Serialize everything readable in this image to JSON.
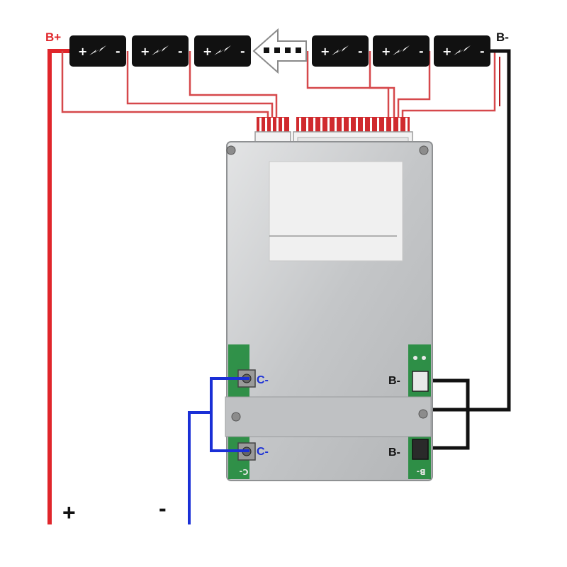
{
  "labels": {
    "b_plus": "B+",
    "b_minus": "B-",
    "plus": "+",
    "minus": "-",
    "c_minus_top": "C-",
    "c_minus_bottom": "C-",
    "b_minus_top": "B-",
    "b_minus_bottom": "B-",
    "pcb_c": "C-",
    "pcb_b": "B-"
  },
  "cells": [
    {
      "plus": "+",
      "minus": "-"
    },
    {
      "plus": "+",
      "minus": "-"
    },
    {
      "plus": "+",
      "minus": "-"
    },
    {
      "plus": "+",
      "minus": "-"
    },
    {
      "plus": "+",
      "minus": "-"
    },
    {
      "plus": "+",
      "minus": "-"
    }
  ],
  "colors": {
    "positive_wire": "#e0262b",
    "balance_wire": "#d6484b",
    "negative_wire": "#111111",
    "charge_wire": "#1a2fd6",
    "cell_body": "#111111",
    "board_metal": "#c9cbcc",
    "pcb_green": "#1f8a3a"
  },
  "icons": {
    "cell": "battery-cell-icon",
    "direction": "left-arrow-icon",
    "ellipsis": "dots-icon"
  }
}
